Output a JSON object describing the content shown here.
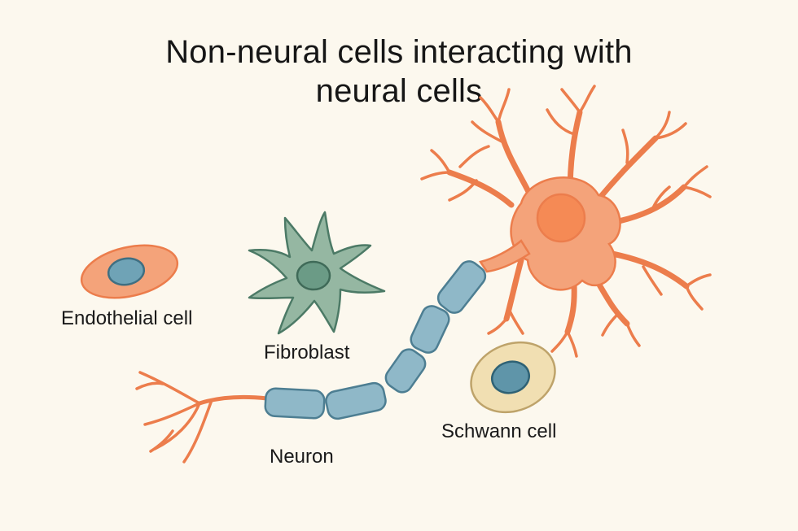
{
  "title": {
    "line1": "Non-neural cells interacting with",
    "line2": "neural cells"
  },
  "labels": {
    "endothelial": "Endothelial cell",
    "fibroblast": "Fibroblast",
    "schwann": "Schwann cell",
    "neuron": "Neuron"
  },
  "colors": {
    "background": "#fcf8ee",
    "neuron": "#f4a37a",
    "neuron_stroke": "#ec7d4c",
    "neuron_nucleus": "#f58a55",
    "endothelial_body": "#f4a37a",
    "endothelial_nucleus": "#6fa3b6",
    "fibroblast_body": "#95b7a2",
    "fibroblast_nucleus": "#6b9b86",
    "schwann_body": "#f1dfb2",
    "schwann_nucleus": "#5f95a9",
    "myelin": "#8fb8c8",
    "myelin_stroke": "#4d7e92"
  }
}
